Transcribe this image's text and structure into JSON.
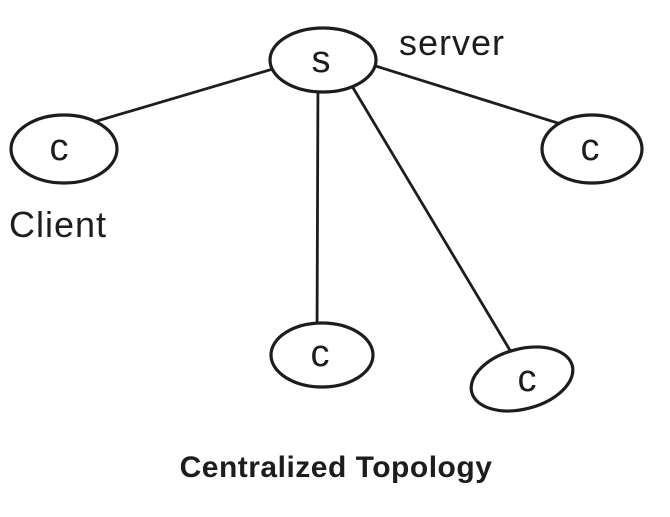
{
  "diagram": {
    "title": "Centralized Topology",
    "server": {
      "label": "s",
      "annotation": "server"
    },
    "clients": [
      {
        "label": "c",
        "annotation": "Client"
      },
      {
        "label": "c"
      },
      {
        "label": "c"
      },
      {
        "label": "c"
      }
    ],
    "colors": {
      "ink": "#1e1c1c",
      "background": "#ffffff"
    }
  }
}
